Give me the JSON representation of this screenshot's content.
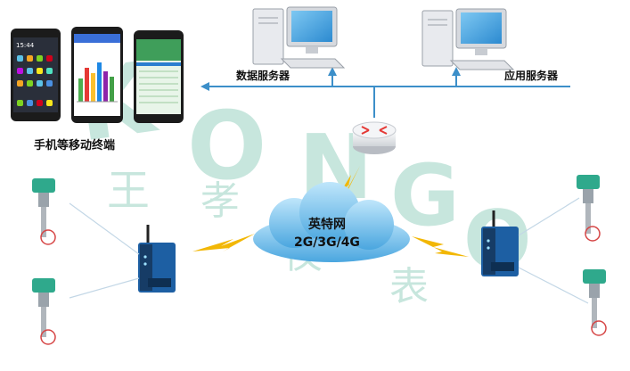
{
  "nodes": {
    "data_server": {
      "label": "数据服务器",
      "icon": "desktop-computer-icon"
    },
    "app_server": {
      "label": "应用服务器",
      "icon": "desktop-computer-icon"
    },
    "mobile_terminals": {
      "label": "手机等移动终端",
      "icon": "smartphone-icon"
    },
    "router": {
      "icon": "router-icon"
    },
    "cloud": {
      "label_line1": "英特网",
      "label_line2": "2G/3G/4G",
      "icon": "cloud-icon"
    },
    "dtu_left": {
      "icon": "wireless-dtu-icon"
    },
    "dtu_right": {
      "icon": "wireless-dtu-icon"
    },
    "sensors_left": [
      {
        "icon": "level-transmitter-icon"
      },
      {
        "icon": "level-transmitter-icon"
      }
    ],
    "sensors_right": [
      {
        "icon": "level-transmitter-icon"
      },
      {
        "icon": "level-transmitter-icon"
      }
    ],
    "phone1_time": "15:44"
  },
  "colors": {
    "arrow": "#3c8fc9",
    "bolt": "#f2b705",
    "cloud": "#59b3e6",
    "watermark": "#3aa888",
    "dtu_body": "#1d5fa3",
    "sensor_head": "#2fa98c"
  }
}
